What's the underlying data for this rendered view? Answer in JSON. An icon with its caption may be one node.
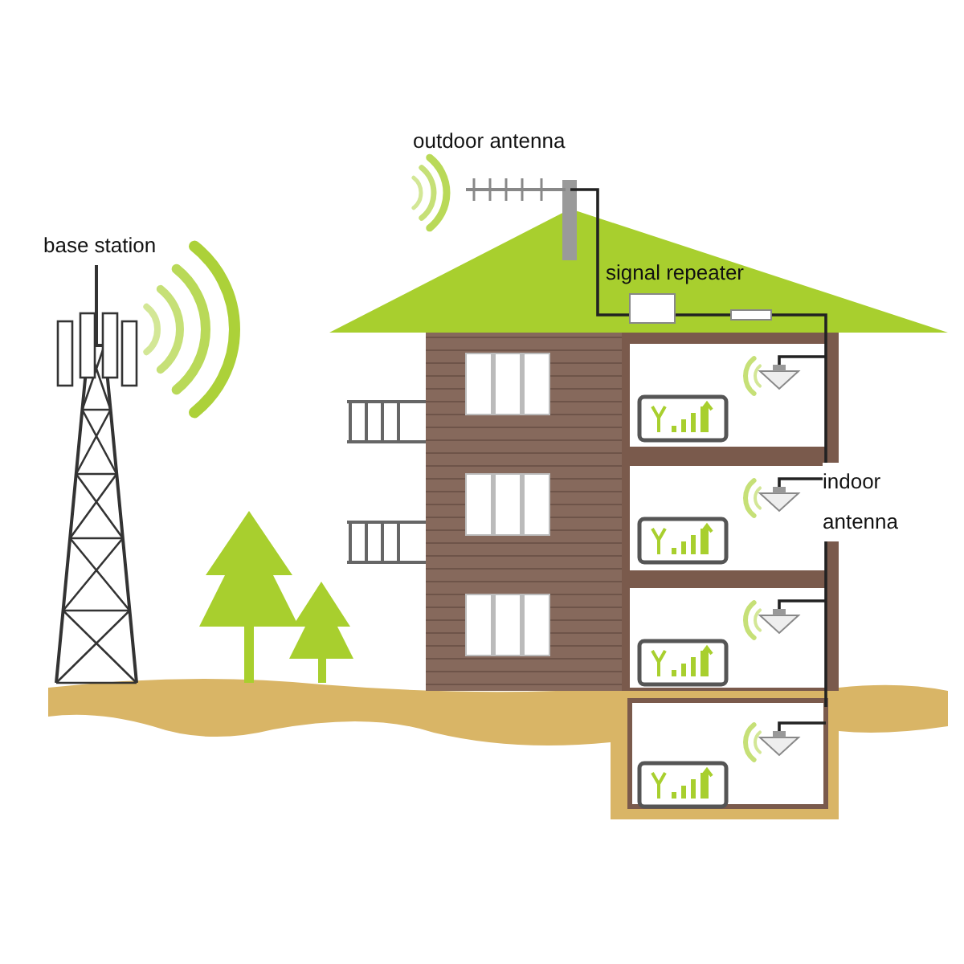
{
  "diagram": {
    "labels": [
      "outdoor antenna",
      "base station",
      "signal repeater",
      "indoor antenna"
    ]
  }
}
